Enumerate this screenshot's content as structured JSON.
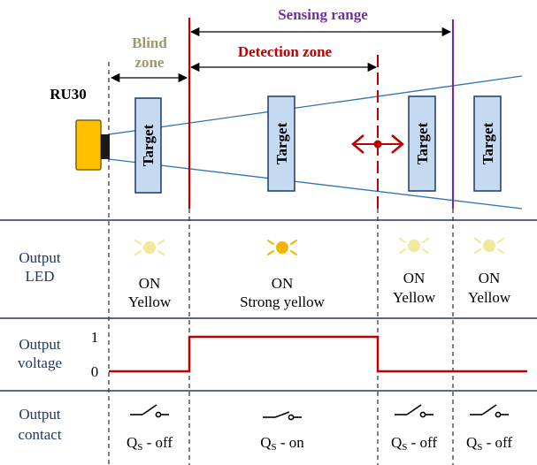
{
  "colors": {
    "accent_purple": "#7030A0",
    "detection_red": "#C00000",
    "blind_olive": "#9C9A6A",
    "beam_blue": "#2E75B6",
    "target_fill": "#C5D9F1",
    "target_stroke": "#1F3864",
    "sensor_body": "#FFC000",
    "led_pale": "#F2E79A",
    "led_strong": "#F5B400",
    "panel_text": "#1F3864",
    "divider": "#1F3864"
  },
  "header": {
    "sensing_range": "Sensing range",
    "blind_zone_line1": "Blind",
    "blind_zone_line2": "zone",
    "detection_zone": "Detection zone",
    "sensor_name": "RU30"
  },
  "targets": [
    {
      "label": "Target"
    },
    {
      "label": "Target"
    },
    {
      "label": "Target"
    },
    {
      "label": "Target"
    }
  ],
  "rows": {
    "led": {
      "label_line1": "Output",
      "label_line2": "LED"
    },
    "voltage": {
      "label_line1": "Output",
      "label_line2": "voltage",
      "level_high": "1",
      "level_low": "0"
    },
    "contact": {
      "label_line1": "Output",
      "label_line2": "contact"
    }
  },
  "led_states": [
    {
      "icon": "led-dim-icon",
      "line1": "ON",
      "line2": "Yellow"
    },
    {
      "icon": "led-strong-icon",
      "line1": "ON",
      "line2": "Strong yellow"
    },
    {
      "icon": "led-dim-icon",
      "line1": "ON",
      "line2": "Yellow"
    },
    {
      "icon": "led-dim-icon",
      "line1": "ON",
      "line2": "Yellow"
    }
  ],
  "contact_states": [
    {
      "icon": "switch-open-icon",
      "q": "Q",
      "sub": "S",
      "state": " - off"
    },
    {
      "icon": "switch-closed-icon",
      "q": "Q",
      "sub": "S",
      "state": " - on"
    },
    {
      "icon": "switch-open-icon",
      "q": "Q",
      "sub": "S",
      "state": " - off"
    },
    {
      "icon": "switch-open-icon",
      "q": "Q",
      "sub": "S",
      "state": " - off"
    }
  ]
}
